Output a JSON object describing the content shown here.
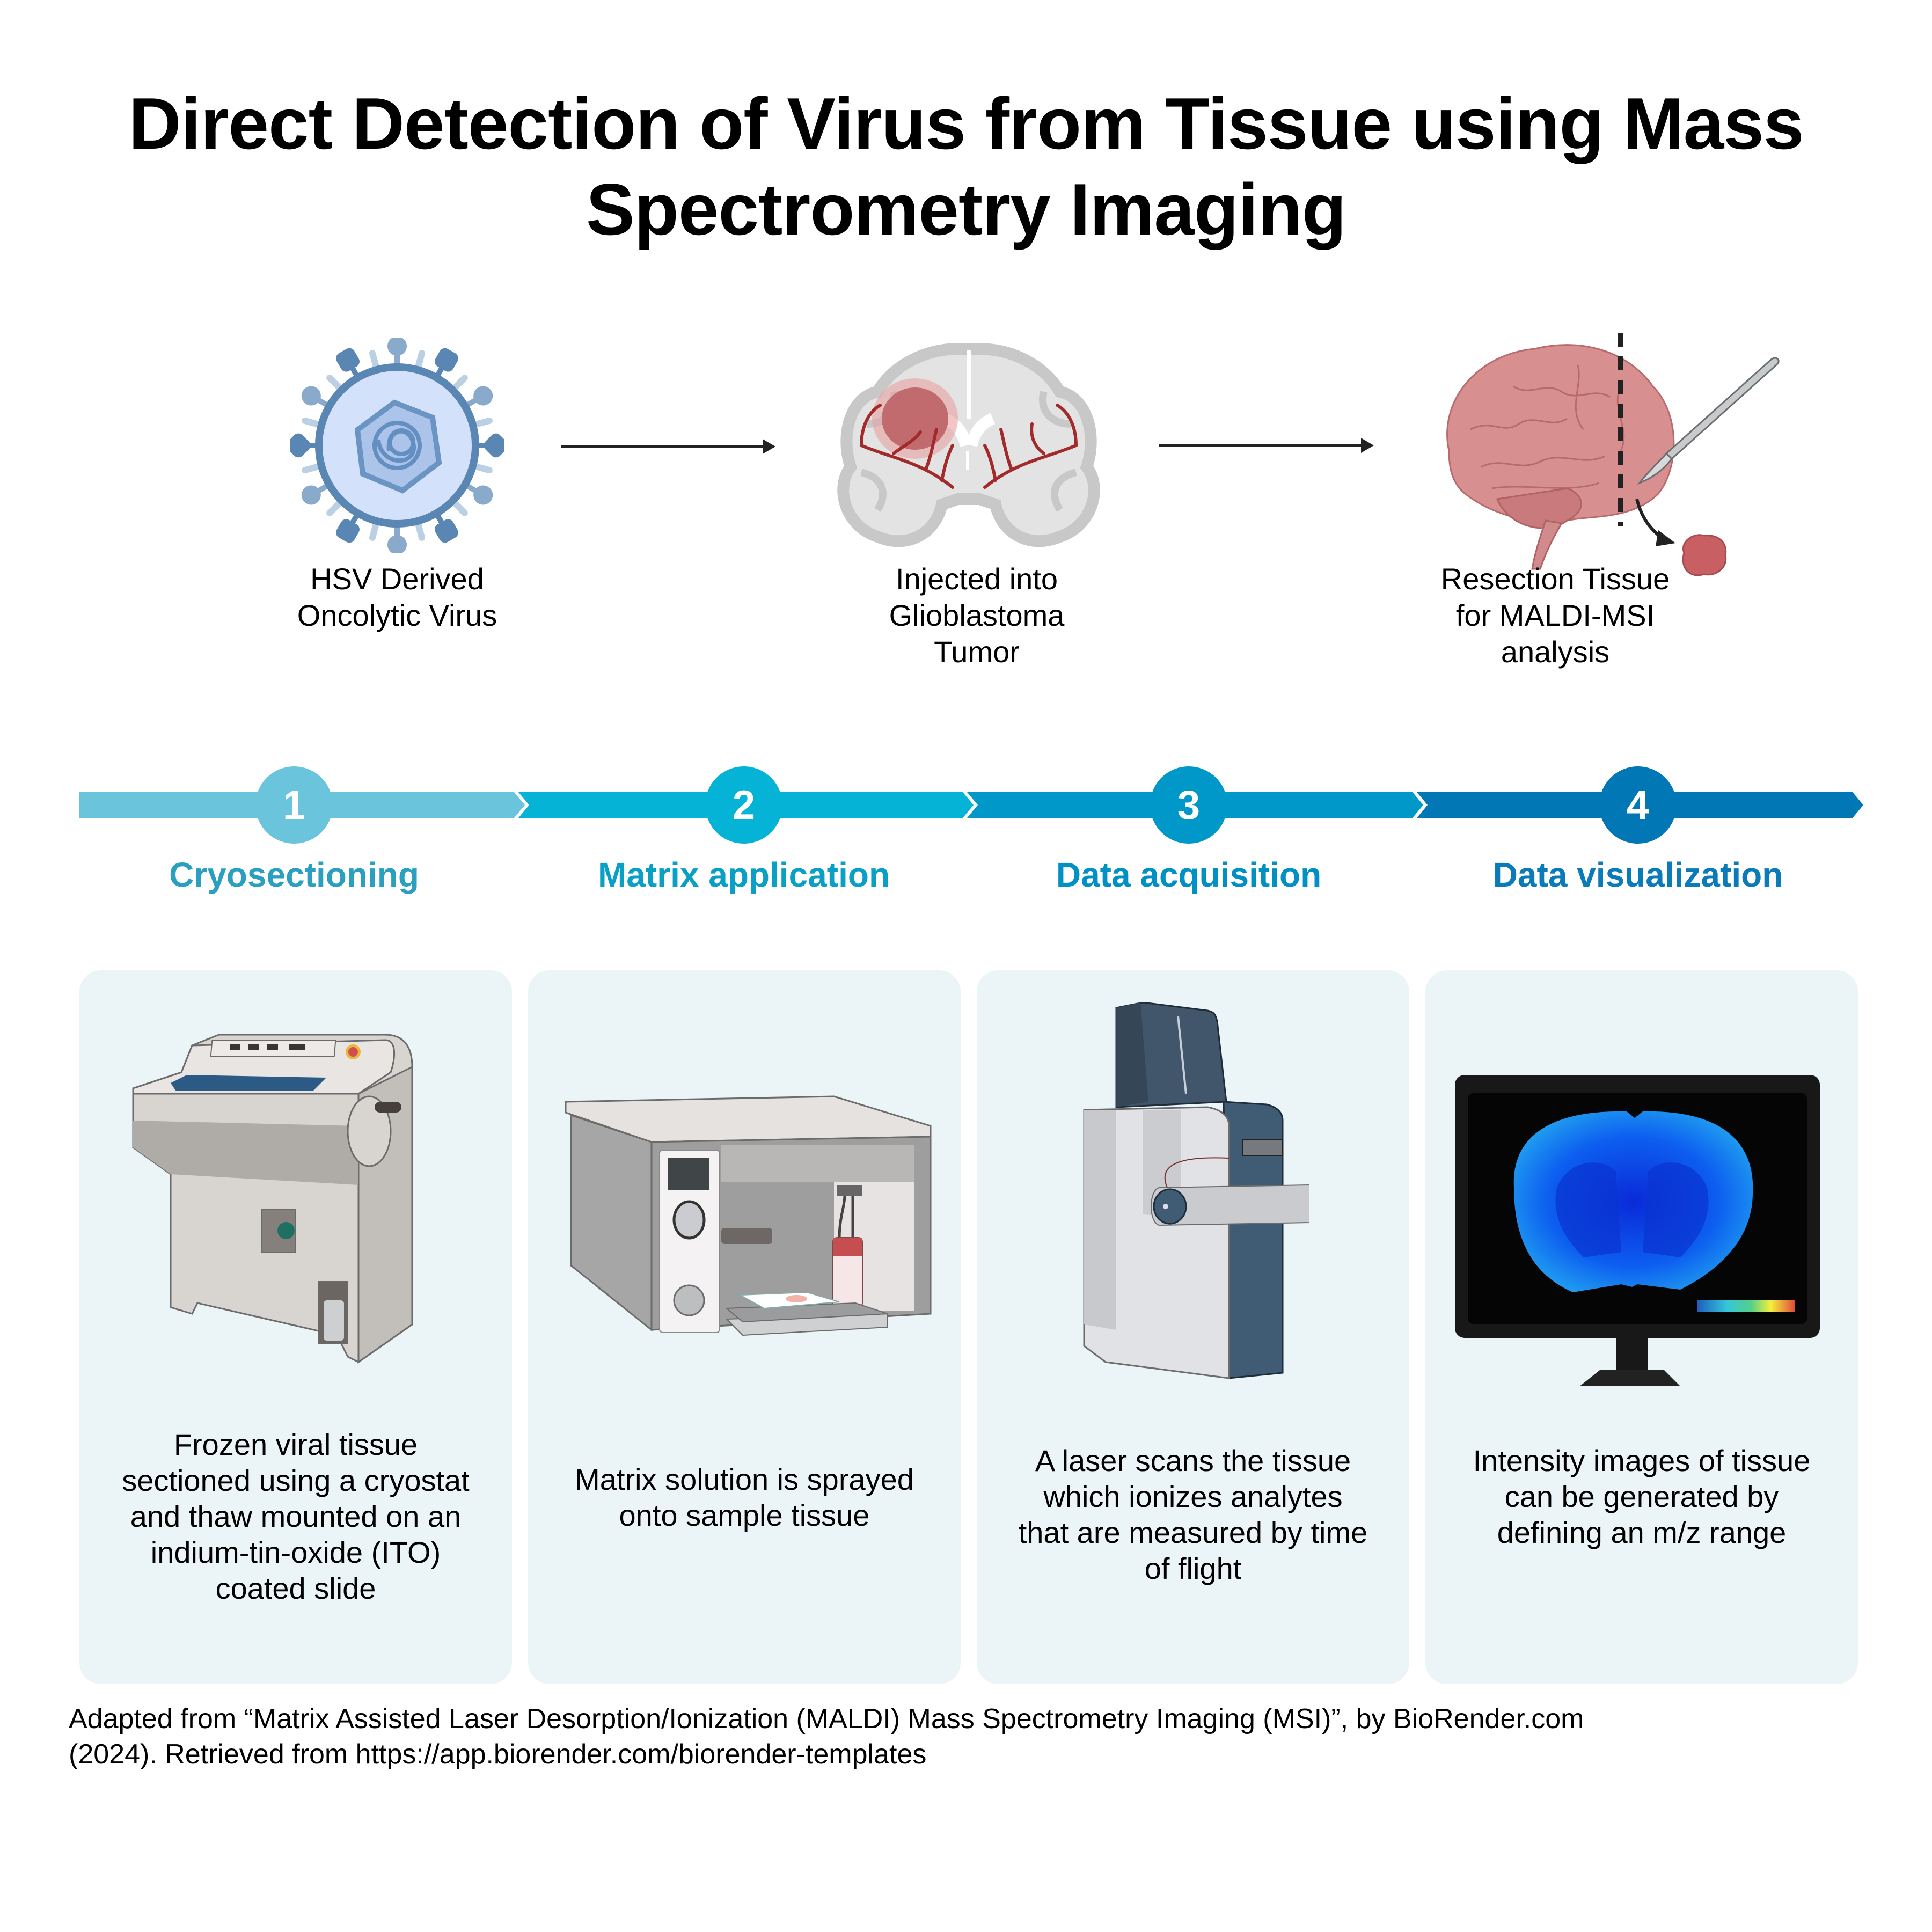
{
  "title": {
    "line1": "Direct Detection of Virus from Tissue using Mass",
    "line2": "Spectrometry Imaging"
  },
  "overview": {
    "stages": [
      {
        "icon": "virus-icon",
        "lines": [
          "HSV Derived",
          "Oncolytic Virus"
        ]
      },
      {
        "icon": "brain-tumor-section-icon",
        "lines": [
          "Injected into",
          "Glioblastoma",
          "Tumor"
        ]
      },
      {
        "icon": "brain-resection-icon",
        "lines": [
          "Resection Tissue",
          "for MALDI-MSI",
          "analysis"
        ]
      }
    ]
  },
  "steps": [
    {
      "number": "1",
      "label": "Cryosectioning",
      "color": "#69c4dc",
      "label_color": "#2a9fc0",
      "icon": "cryostat-icon",
      "caption": [
        "Frozen viral tissue",
        "sectioned using a cryostat",
        "and thaw mounted on an",
        "indium-tin-oxide (ITO)",
        "coated slide"
      ]
    },
    {
      "number": "2",
      "label": "Matrix application",
      "color": "#04b3d6",
      "label_color": "#0a9fc4",
      "icon": "matrix-sprayer-icon",
      "caption": [
        "Matrix solution is sprayed",
        "onto sample tissue"
      ]
    },
    {
      "number": "3",
      "label": "Data acquisition",
      "color": "#0097c9",
      "label_color": "#0090c4",
      "icon": "mass-spectrometer-icon",
      "caption": [
        "A laser scans the tissue",
        "which ionizes analytes",
        "that are measured by time",
        "of flight"
      ]
    },
    {
      "number": "4",
      "label": "Data visualization",
      "color": "#0277b6",
      "label_color": "#0a7ab8",
      "icon": "msi-monitor-icon",
      "caption": [
        "Intensity images of tissue",
        "can be generated by",
        "defining an m/z range"
      ]
    }
  ],
  "footer": {
    "line1": "Adapted from “Matrix Assisted Laser Desorption/Ionization (MALDI) Mass Spectrometry Imaging (MSI)”, by BioRender.com",
    "line2": "(2024). Retrieved from https://app.biorender.com/biorender-templates"
  },
  "colors": {
    "card_bg": "#ebf4f7",
    "text": "#000000",
    "arrow": "#222222"
  }
}
